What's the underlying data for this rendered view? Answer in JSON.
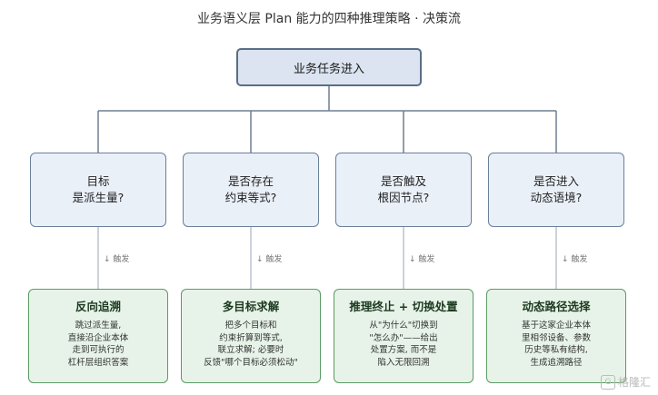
{
  "title": "业务语义层 Plan 能力的四种推理策略 · 决策流",
  "root": "业务任务进入",
  "questions": [
    {
      "lines": [
        "目标",
        "是派生量?"
      ]
    },
    {
      "lines": [
        "是否存在",
        "约束等式?"
      ]
    },
    {
      "lines": [
        "是否触及",
        "根因节点?"
      ]
    },
    {
      "lines": [
        "是否进入",
        "动态语境?"
      ]
    }
  ],
  "trigger_label": "↓ 触发",
  "strategies": [
    {
      "title": "反向追溯",
      "lines": [
        "跳过派生量,",
        "直接沿企业本体",
        "走到可执行的",
        "杠杆层组织答案"
      ]
    },
    {
      "title": "多目标求解",
      "lines": [
        "把多个目标和",
        "约束折算到等式,",
        "联立求解; 必要时",
        "反馈\"哪个目标必须松动\""
      ]
    },
    {
      "title": "推理终止 + 切换处置",
      "lines": [
        "从\"为什么\"切换到",
        "\"怎么办\"——给出",
        "处置方案, 而不是",
        "陷入无限回溯"
      ]
    },
    {
      "title": "动态路径选择",
      "lines": [
        "基于这家企业本体",
        "里相邻设备、参数",
        "历史等私有结构,",
        "生成追溯路径"
      ]
    }
  ],
  "watermark": "格隆汇"
}
